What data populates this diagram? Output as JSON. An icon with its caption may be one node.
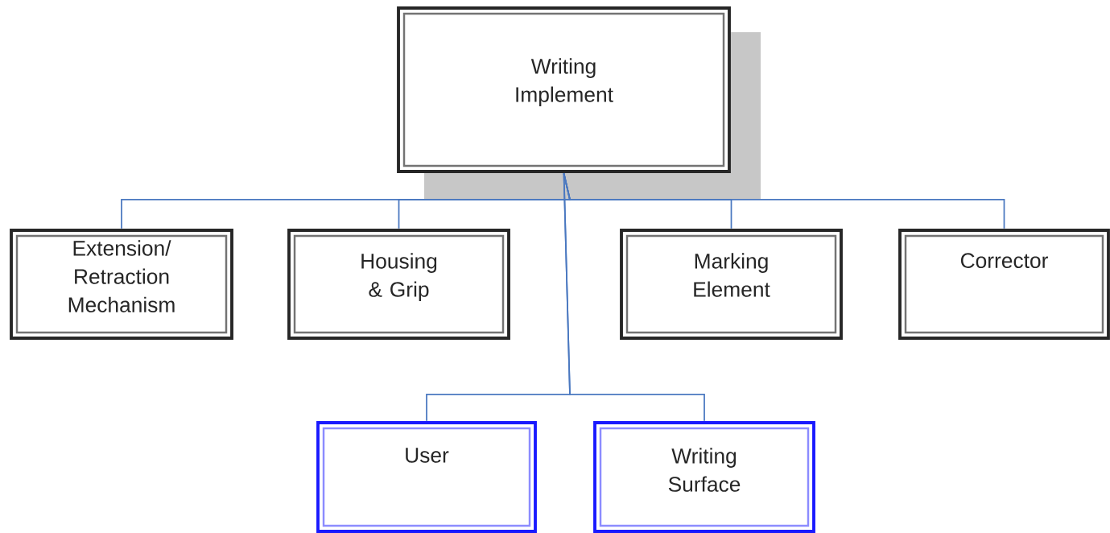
{
  "diagram": {
    "nodes": [
      {
        "text": [
          "Writing Implement"
        ]
      },
      {
        "text": [
          "Extension/ Retraction Mechanism"
        ]
      },
      {
        "text": [
          "Housing & Grip"
        ]
      },
      {
        "text": [
          "Marking Element"
        ]
      },
      {
        "text": [
          "Corrector"
        ]
      },
      {
        "text": [
          "User"
        ]
      },
      {
        "text": [
          "Writing Surface"
        ]
      }
    ],
    "edges": [
      {
        "from": 0,
        "to": 1,
        "arrow": "none"
      },
      {
        "from": 0,
        "to": 2,
        "arrow": "none"
      },
      {
        "from": 0,
        "to": 3,
        "arrow": "none"
      },
      {
        "from": 0,
        "to": 4,
        "arrow": "none"
      },
      {
        "from": 0,
        "to": 5,
        "arrow": "none"
      },
      {
        "from": 0,
        "to": 6,
        "arrow": "none"
      }
    ]
  }
}
